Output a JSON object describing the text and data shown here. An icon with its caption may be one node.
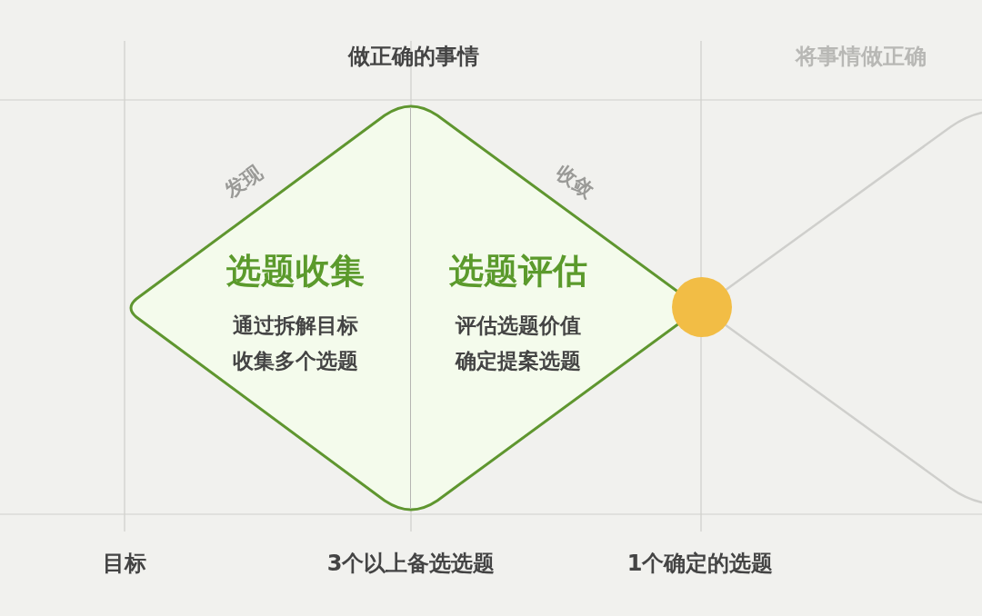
{
  "diagram": {
    "nodes": [
      {
        "text": [
          "选题收集",
          "通过拆解目标收集多个选题"
        ]
      },
      {
        "text": [
          "选题评估",
          "评估选题价值确定提案选题"
        ]
      },
      {
        "text": [],
        "shape": "circle"
      }
    ],
    "labels": [
      "做正确的事情",
      "将事情做正确",
      "发现",
      "收敛",
      "目标",
      "3个以上备选选题",
      "1个确定的选题"
    ]
  }
}
